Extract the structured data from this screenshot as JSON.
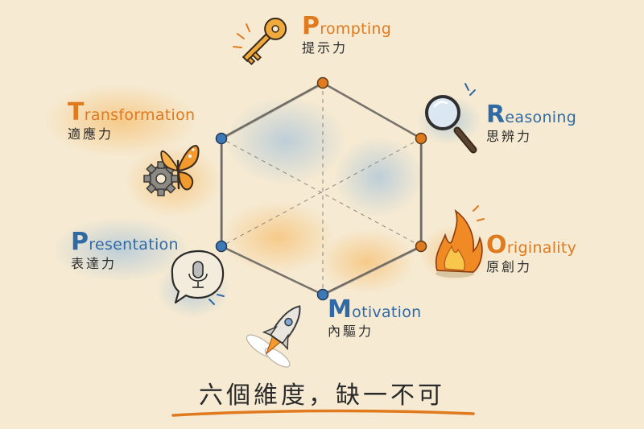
{
  "diagram": {
    "dimensions": [
      {
        "id": "prompting",
        "initial": "P",
        "rest": "rompting",
        "zh": "提示力",
        "color": "#e07a1f",
        "icon": "key-icon"
      },
      {
        "id": "reasoning",
        "initial": "R",
        "rest": "easoning",
        "zh": "思辨力",
        "color": "#2f6aa5",
        "icon": "magnifying-glass-icon"
      },
      {
        "id": "originality",
        "initial": "O",
        "rest": "riginality",
        "zh": "原創力",
        "color": "#e07a1f",
        "icon": "fire-icon"
      },
      {
        "id": "motivation",
        "initial": "M",
        "rest": "otivation",
        "zh": "內驅力",
        "color": "#2f6aa5",
        "icon": "rocket-icon"
      },
      {
        "id": "presentation",
        "initial": "P",
        "rest": "resentation",
        "zh": "表達力",
        "color": "#2f6aa5",
        "icon": "microphone-speech-bubble-icon"
      },
      {
        "id": "transformation",
        "initial": "T",
        "rest": "ransformation",
        "zh": "適應力",
        "color": "#e07a1f",
        "icon": "butterfly-gear-icon"
      }
    ],
    "motto": "六個維度，缺一不可"
  },
  "colors": {
    "background": "#f6ead2",
    "orange": "#e07a1f",
    "blue": "#2f6aa5",
    "line": "#6f6a64"
  }
}
